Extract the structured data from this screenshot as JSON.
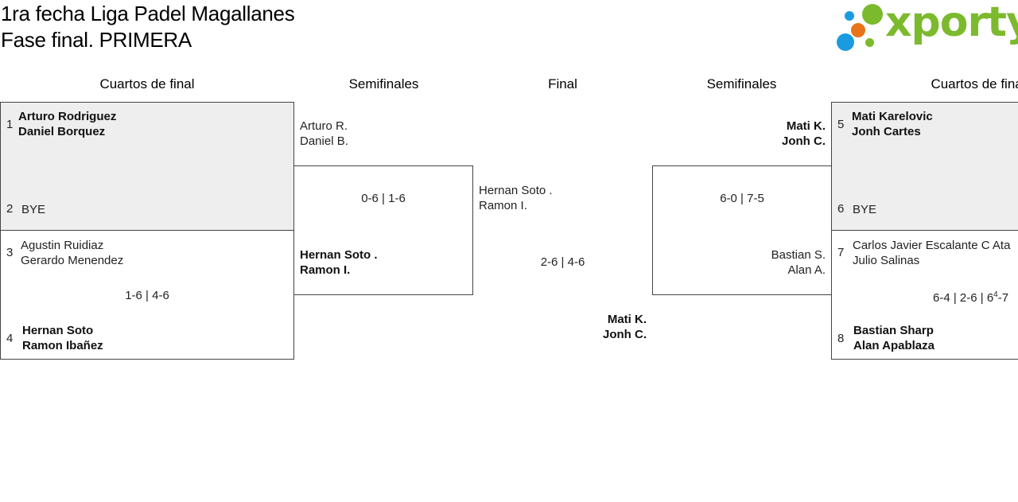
{
  "header": {
    "title_line1": "1ra fecha Liga Padel Magallanes",
    "title_line2": "Fase final. PRIMERA",
    "logo_text": "xporty",
    "logo_colors": [
      "#1a9be0",
      "#7cba2d",
      "#e8731a"
    ]
  },
  "rounds": {
    "quarters_left": "Cuartos de final",
    "semis_left": "Semifinales",
    "final": "Final",
    "semis_right": "Semifinales",
    "quarters_right": "Cuartos de final"
  },
  "qf_left": {
    "m1": {
      "seed_a": "1",
      "a1": "Arturo Rodriguez",
      "a2": "Daniel Borquez",
      "seed_b": "2",
      "b1": "BYE"
    },
    "m2": {
      "seed_a": "3",
      "a1": "Agustin Ruidiaz",
      "a2": "Gerardo Menendez",
      "score": "1-6 | 4-6",
      "seed_b": "4",
      "b1": "Hernan Soto",
      "b2": "Ramon Ibañez"
    }
  },
  "sf_left": {
    "a1": "Arturo R.",
    "a2": "Daniel B.",
    "score": "0-6 | 1-6",
    "b1": "Hernan Soto .",
    "b2": "Ramon I."
  },
  "final": {
    "a1": "Hernan Soto .",
    "a2": "Ramon I.",
    "score": "2-6 | 4-6",
    "b1": "Mati K.",
    "b2": "Jonh C."
  },
  "sf_right": {
    "a1": "Mati K.",
    "a2": "Jonh C.",
    "score": "6-0 | 7-5",
    "b1": "Bastian S.",
    "b2": "Alan A."
  },
  "qf_right": {
    "m1": {
      "seed_a": "5",
      "a1": "Mati Karelovic",
      "a2": "Jonh Cartes",
      "seed_b": "6",
      "b1": "BYE"
    },
    "m2": {
      "seed_a": "7",
      "a1": "Carlos Javier Escalante C Ata",
      "a2": "Julio Salinas",
      "score_pre": "6-4 | 2-6 | 6",
      "score_sup": "4",
      "score_post": "-7",
      "seed_b": "8",
      "b1": "Bastian Sharp",
      "b2": "Alan Apablaza"
    }
  }
}
